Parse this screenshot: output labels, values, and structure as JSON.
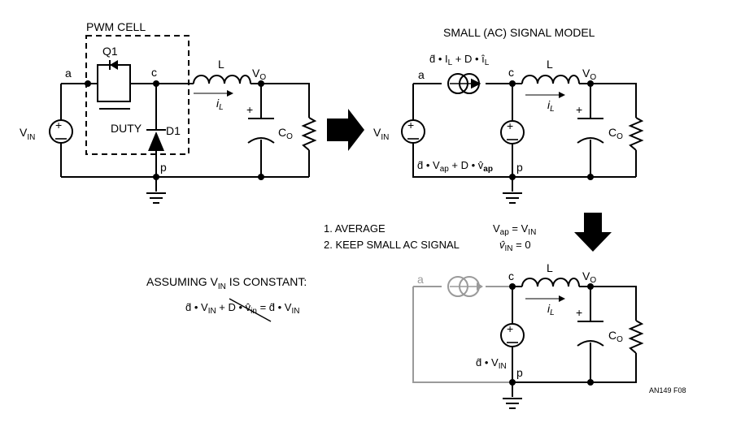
{
  "circuit1": {
    "cell_title": "PWM CELL",
    "q1": "Q1",
    "duty": "DUTY",
    "d1": "D1",
    "node_a": "a",
    "node_c": "c",
    "node_p": "p",
    "inductor": "L",
    "vout": "V",
    "vout_sub": "O",
    "vin": "V",
    "vin_sub": "IN",
    "current": "i",
    "current_sub": "L",
    "cap": "C",
    "cap_sub": "O"
  },
  "circuit2": {
    "title": "SMALL (AC) SIGNAL MODEL",
    "top_source_expr": "d̂ • I",
    "top_source_sub": "L",
    "top_source_expr2": " + D • î",
    "top_source_sub2": "L",
    "bottom_source_expr": "d̂ • V",
    "bottom_source_sub": "ap",
    "bottom_source_expr2": " + D • v̂",
    "bottom_source_sub2": "ap",
    "node_a": "a",
    "node_c": "c",
    "node_p": "p",
    "inductor": "L",
    "vout": "V",
    "vout_sub": "O",
    "vin": "V",
    "vin_sub": "IN",
    "current": "i",
    "current_sub": "L",
    "cap": "C",
    "cap_sub": "O"
  },
  "steps": {
    "step1": "1. AVERAGE",
    "step2": "2. KEEP SMALL AC SIGNAL",
    "eq1": "V",
    "eq1_sub": "ap",
    "eq1_rhs": " = V",
    "eq1_rhs_sub": "IN",
    "eq2": "v̂",
    "eq2_sub": "IN",
    "eq2_rhs": " = 0"
  },
  "assumption": {
    "title": "ASSUMING V",
    "title_sub": "IN",
    "title_end": " IS CONSTANT:",
    "expr_a": "d̂ • V",
    "expr_a_sub": "IN",
    "expr_b": " + D • v̂",
    "expr_b_sub": "in",
    "expr_c": " = d̂ • V",
    "expr_c_sub": "IN"
  },
  "circuit3": {
    "node_a": "a",
    "node_c": "c",
    "node_p": "p",
    "inductor": "L",
    "vout": "V",
    "vout_sub": "O",
    "source_expr": "d̂ • V",
    "source_sub": "IN",
    "current": "i",
    "current_sub": "L",
    "cap": "C",
    "cap_sub": "O"
  },
  "figure_id": "AN149 F08",
  "colors": {
    "ink": "#000000",
    "inactive": "#9a9a9a"
  }
}
